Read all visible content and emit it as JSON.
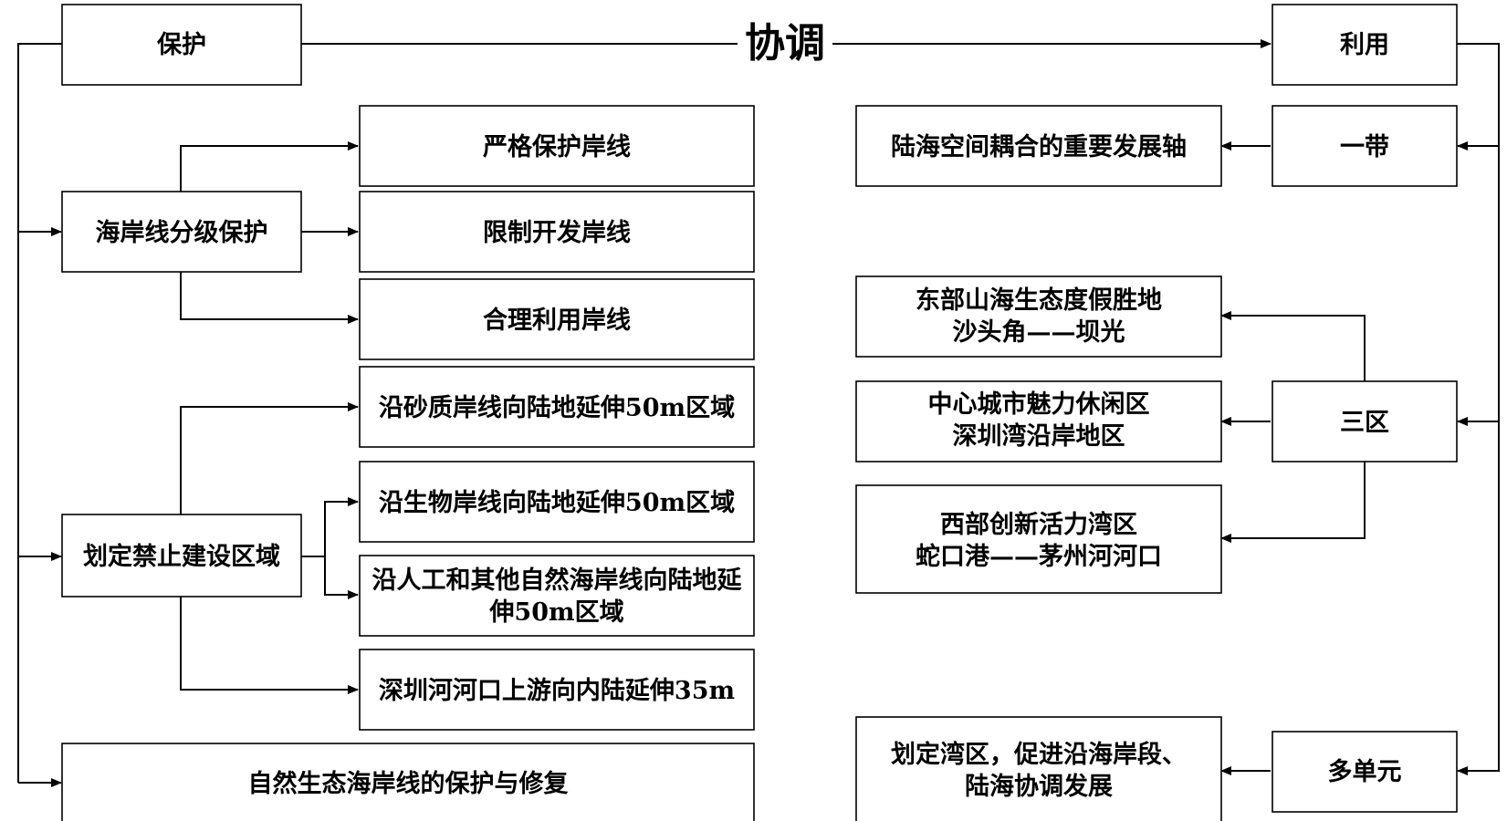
{
  "center": {
    "label": "协调"
  },
  "left": {
    "header": "保护",
    "group1": {
      "label": "海岸线分级保护",
      "items": [
        "严格保护岸线",
        "限制开发岸线",
        "合理利用岸线"
      ]
    },
    "group2": {
      "label": "划定禁止建设区域",
      "items": [
        "沿砂质岸线向陆地延伸50m区域",
        "沿生物岸线向陆地延伸50m区域",
        [
          "沿人工和其他自然海岸线向陆地延",
          "伸50m区域"
        ],
        "深圳河河口上游向内陆延伸35m"
      ]
    },
    "bottom": "自然生态海岸线的保护与修复"
  },
  "right": {
    "header": "利用",
    "band": {
      "label": "一带",
      "target": "陆海空间耦合的重要发展轴"
    },
    "zones": {
      "label": "三区",
      "items": [
        [
          "东部山海生态度假胜地",
          "沙头角——坝光"
        ],
        [
          "中心城市魅力休闲区",
          "深圳湾沿岸地区"
        ],
        [
          "西部创新活力湾区",
          "蛇口港——茅州河河口"
        ]
      ]
    },
    "units": {
      "label": "多单元",
      "target": [
        "划定湾区，促进沿海岸段、",
        "陆海协调发展"
      ]
    }
  }
}
